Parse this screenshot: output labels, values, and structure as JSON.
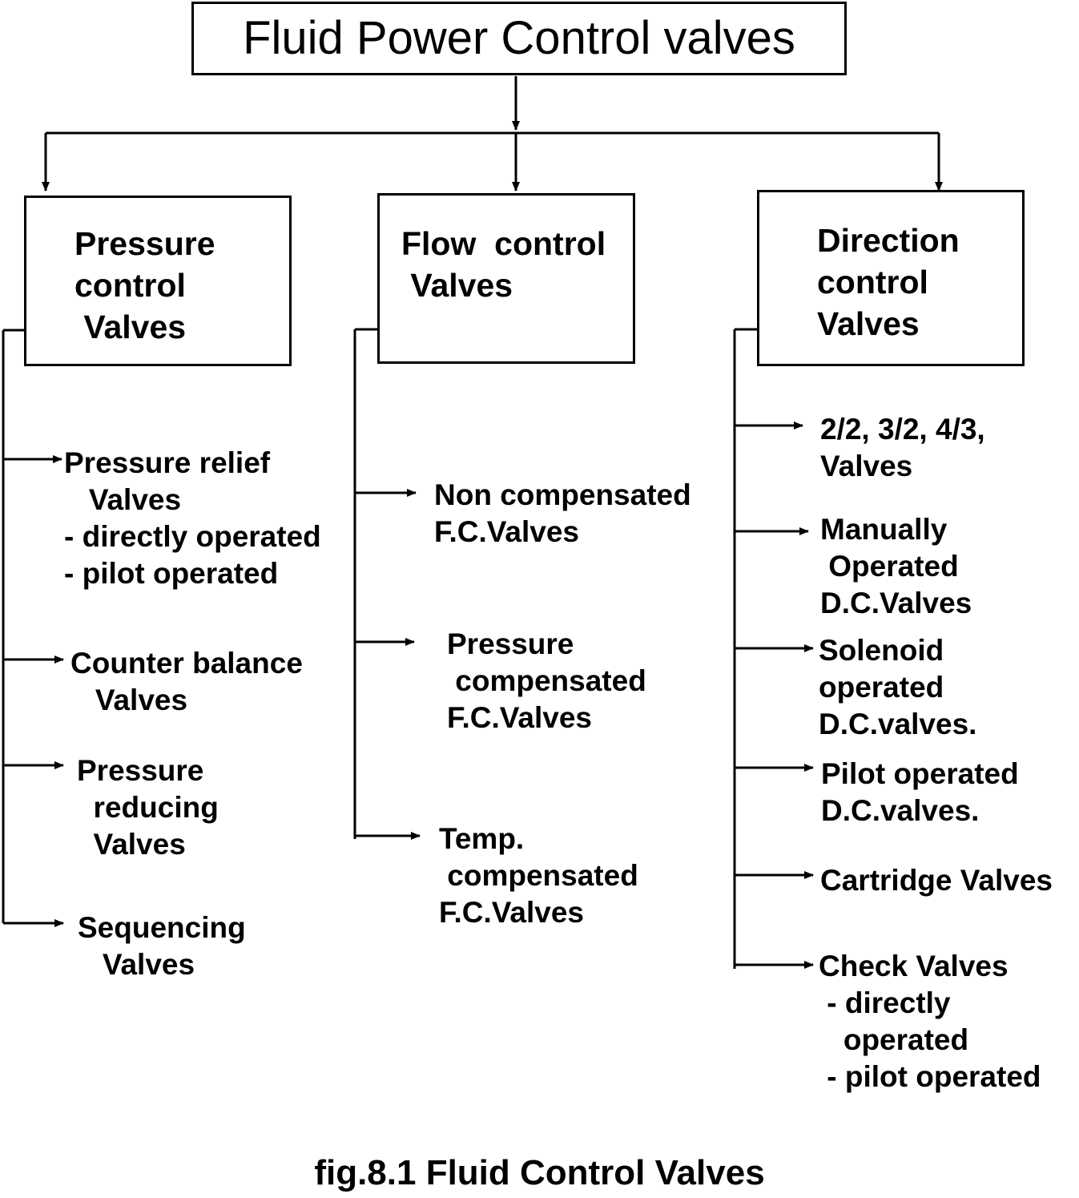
{
  "title": "Fluid Power Control valves",
  "categories": {
    "pressure": {
      "label": "Pressure\ncontrol\n Valves",
      "items": [
        "Pressure relief\n   Valves\n- directly operated\n- pilot operated",
        "Counter balance\n   Valves",
        "Pressure\n  reducing\n  Valves",
        "Sequencing\n   Valves"
      ]
    },
    "flow": {
      "label": "Flow  control\n Valves",
      "items": [
        "Non compensated\nF.C.Valves",
        "Pressure\n compensated\nF.C.Valves",
        "Temp.\n compensated\nF.C.Valves"
      ]
    },
    "direction": {
      "label": "Direction\ncontrol\nValves",
      "items": [
        "2/2, 3/2, 4/3,\nValves",
        "Manually\n Operated\nD.C.Valves",
        "Solenoid\noperated\nD.C.valves.",
        "Pilot operated\nD.C.valves.",
        "Cartridge Valves",
        "Check Valves\n - directly\n   operated\n - pilot operated"
      ]
    }
  },
  "caption": "fig.8.1 Fluid Control Valves"
}
